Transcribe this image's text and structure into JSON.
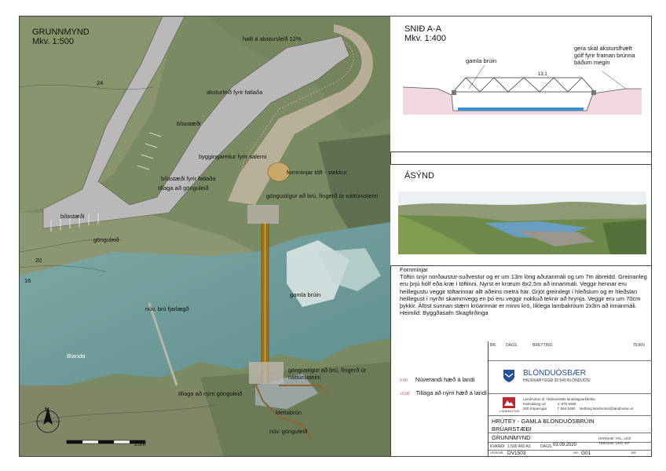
{
  "plan": {
    "title": "GRUNNMYND",
    "scale": "Mkv. 1:500",
    "labels": {
      "halli": "halli á akstursleið 12%",
      "aksturleid": "aksturleið fyrir fatlaða",
      "bilastaedi1": "bílastæði",
      "byggingarreitur": "byggingareitur fyrir salerni",
      "bilastaedi_fatlada": "bílastæði fyrir fatlaða",
      "tillaga_gonguleid": "tillaga að gönguleið",
      "bilastaedi2": "bílastæði",
      "gonguleid": "gönguleið",
      "fornminjar": "fornminjar tóft - stekkur",
      "gongustigur1": "göngustígur að brú, fíngerð úr náttúrusteini",
      "gamla_bruin": "gamla brúin",
      "nuv_bru": "núv. brú fjarlægð",
      "blanda": "Blanda",
      "gongustigur2": "göngustígur að brú, fíngerð úr náttúrusteini",
      "tillaga_nyrri": "tillaga að nýrri gönguleið",
      "klettabrun": "klettabrún",
      "nuv_gonguleid": "núv. gönguleið",
      "c24": "24",
      "c20": "20",
      "c16": "16",
      "north": "N",
      "scale_end": "25m"
    }
  },
  "section": {
    "title": "SNIÐ A-A",
    "scale": "Mkv. 1:400",
    "gamla_bruin": "gamla brúin",
    "note": "gera skal akstursfhæft gólf fyrir framan brúnna báðum megin",
    "span": "13,1"
  },
  "asynd": {
    "title": "ÁSÝND"
  },
  "notes": {
    "heading": "Fornminjar",
    "body": "Tóftin snýr norðaustur-suðvestur og er um 13m löng aðutanmáli og um 7m ábreidd. Greinanleg eru þrjú hólf eða kræ í tóftinni. Nyrst er krœum 8x2,5m að innanmáli. Veggir hennar eru heillegustu veggir tóftarinnar allt aðeins metra hár. Grjót greinilegt í hleðslum og er hleðslan heillegust í nyrðri skammvegg en þó eru veggir nokkuð teknir að hrynja. Veggir eru um 70cm þykkir. Áföst sunnan stærri króarinnar er minni kró, líklega lambakróum 2x3m að innanmáli.",
    "source": "Heimild: Byggðasafn Skagfirðinga"
  },
  "legend": {
    "item1_code": "0.00",
    "item1": "Núverandi hæð á landi",
    "item2_code": "+0.00",
    "item2": "Tillaga að nýrri hæð á landi"
  },
  "titleblock": {
    "head_br": "BR.",
    "head_dags": "DAGS.",
    "head_breyting": "BREYTING",
    "head_teikn": "TEIKN",
    "client": "BLÖNDUÓSBÆR",
    "client_addr": "HNJÚKABYGGÐ 33 540 BLÖNDUÓSI",
    "firm": "Landmótun sf. Hafnarstræti landslagsarkitekta",
    "firm_addr1": "Hamraborg 12",
    "firm_addr2": "200 Kópavogur",
    "firm_phone1": "s: 575 5359",
    "firm_phone2": "f: 554 5350",
    "firm_email": "Netfang landmotun@landmotun.is",
    "firm_logo": "LANDMÓTUN",
    "project": "HRÚTEY - GAMLA BLÖNDUÓSBRÚIN",
    "subproject": "BRÚARSTÆÐI",
    "drawing": "GRUNNMYND",
    "kv_label": "KVARÐI",
    "kv_val": "1:500 400 A3",
    "dags_label": "DAGS.",
    "dags_val": "03.09.2020",
    "hannad": "HANNAÐ: YKL, LKÓ",
    "teiknad": "TEIKNAÐ: LKÓ, EP",
    "verknr_label": "VERKNR.",
    "verknr": "DV1503",
    "nr_label": "NR.",
    "nr": "G01",
    "br_label": "BR."
  }
}
